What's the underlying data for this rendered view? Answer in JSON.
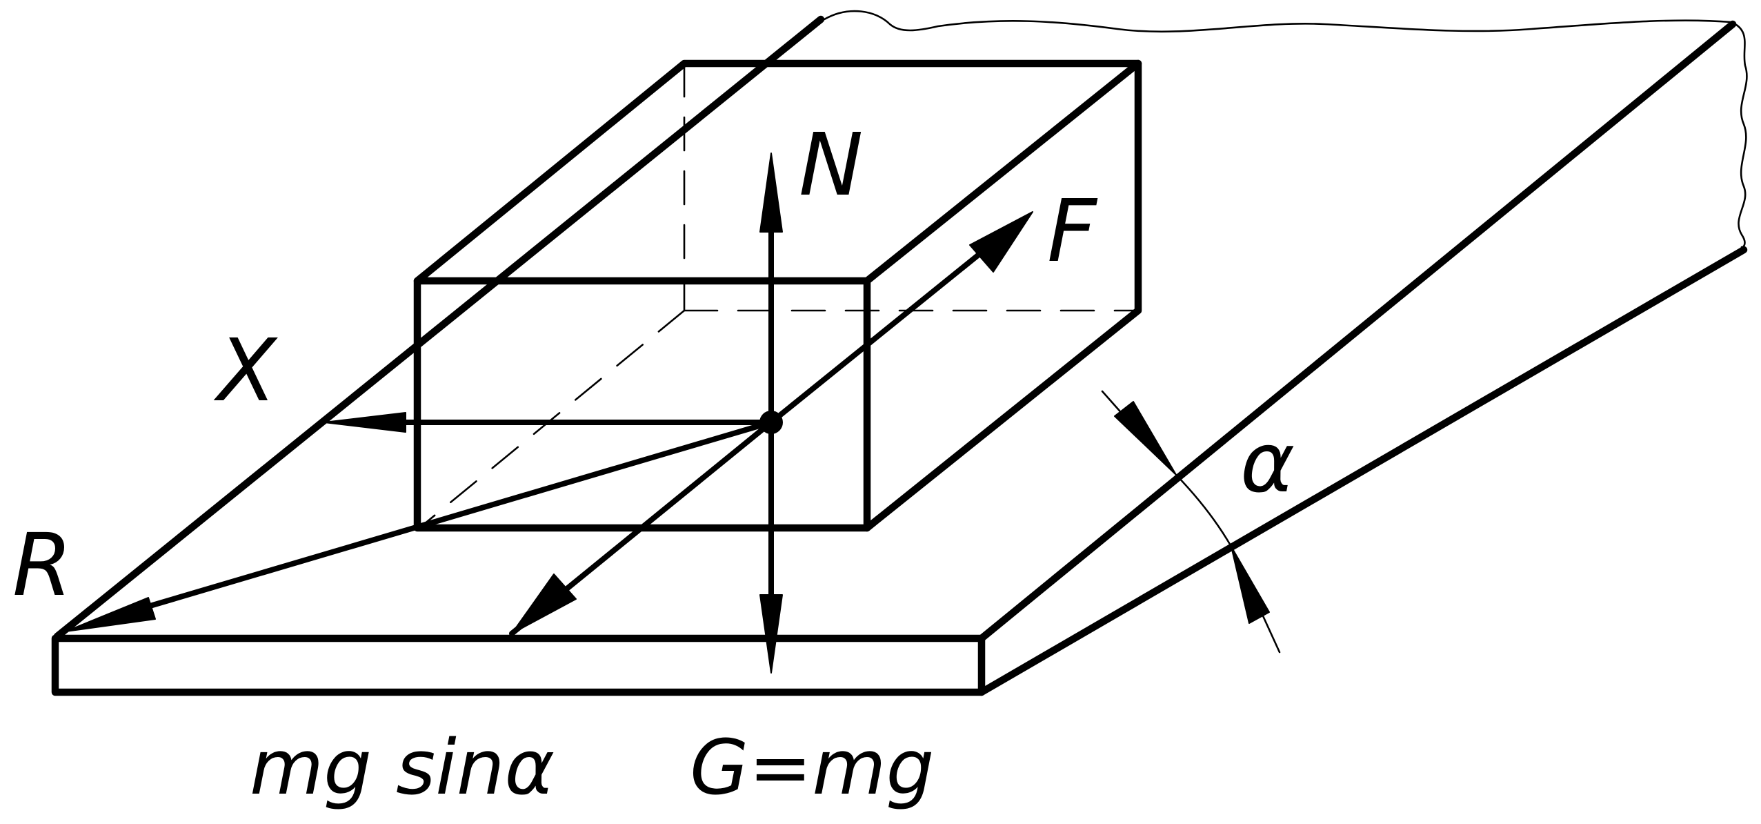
{
  "labels": {
    "normal_force": "N",
    "friction_force": "F",
    "x_component": "X",
    "resultant": "R",
    "angle": "α",
    "downslope_component": "mg sinα",
    "weight": "G=mg"
  }
}
